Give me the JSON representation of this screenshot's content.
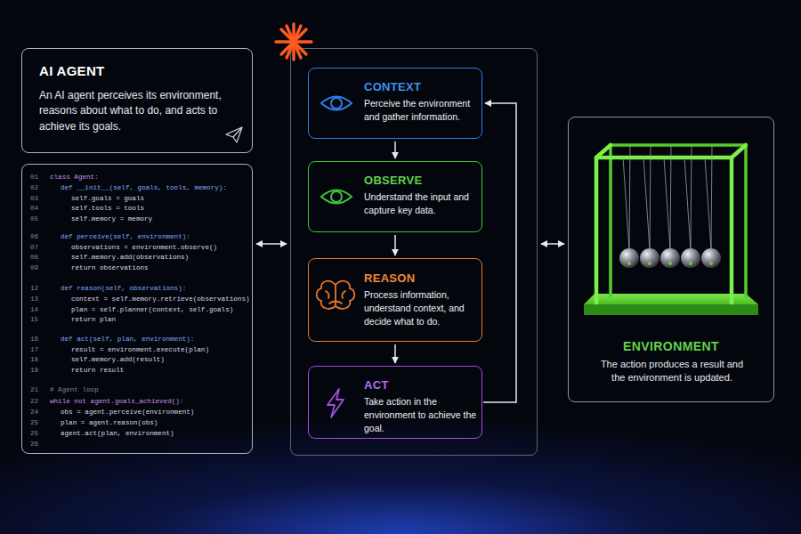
{
  "diagram": {
    "nodes": [
      {
        "text": [
          "AI AGENT",
          "An AI agent perceives its environment, reasons about what to do, and acts to achieve its goals."
        ]
      },
      {
        "text": [
          "class Agent:",
          "def __init__(self, goals, tools, memory):",
          "self.goals = goals",
          "self.tools = tools",
          "self.memory = memory",
          "def perceive(self, environment):",
          "observations = environment.observe()",
          "self.memory.add(observations)",
          "return observations",
          "def reason(self, observations):",
          "context = self.memory.retrieve(observations)",
          "plan = self.planner(context, self.goals)",
          "return plan",
          "def act(self, plan, environment):",
          "result = environment.execute(plan)",
          "self.memory.add(result)",
          "return result",
          "# Agent loop",
          "while not agent.goals_achieved():",
          "obs = agent.perceive(environment)",
          "plan = agent.reason(obs)",
          "agent.act(plan, environment)"
        ]
      },
      {
        "text": []
      },
      {
        "text": [
          "CONTEXT",
          "Perceive the environment and gather information."
        ],
        "in": 2
      },
      {
        "text": [
          "OBSERVE",
          "Understand the input and capture key data."
        ],
        "in": 2
      },
      {
        "text": [
          "REASON",
          "Process information, understand context, and decide what to do."
        ],
        "in": 2
      },
      {
        "text": [
          "ACT",
          "Take action in the environment to achieve the goal."
        ],
        "in": 2
      },
      {
        "text": [
          "ENVIRONMENT",
          "The action produces a result and the environment is updated."
        ]
      }
    ],
    "edges": [
      {
        "from": 1,
        "to": 2,
        "arrow": "both"
      },
      {
        "from": 3,
        "to": 4,
        "arrow": "to"
      },
      {
        "from": 4,
        "to": 5,
        "arrow": "to"
      },
      {
        "from": 5,
        "to": 6,
        "arrow": "to"
      },
      {
        "from": 6,
        "to": 3,
        "arrow": "to"
      },
      {
        "from": 2,
        "to": 7,
        "arrow": "both"
      }
    ],
    "labels": [
      "01",
      "02",
      "03",
      "04",
      "05",
      "06",
      "07",
      "08",
      "09",
      "12",
      "13",
      "14",
      "15",
      "16",
      "17",
      "18",
      "19",
      "21",
      "22",
      "24",
      "25",
      "25",
      "26"
    ]
  }
}
